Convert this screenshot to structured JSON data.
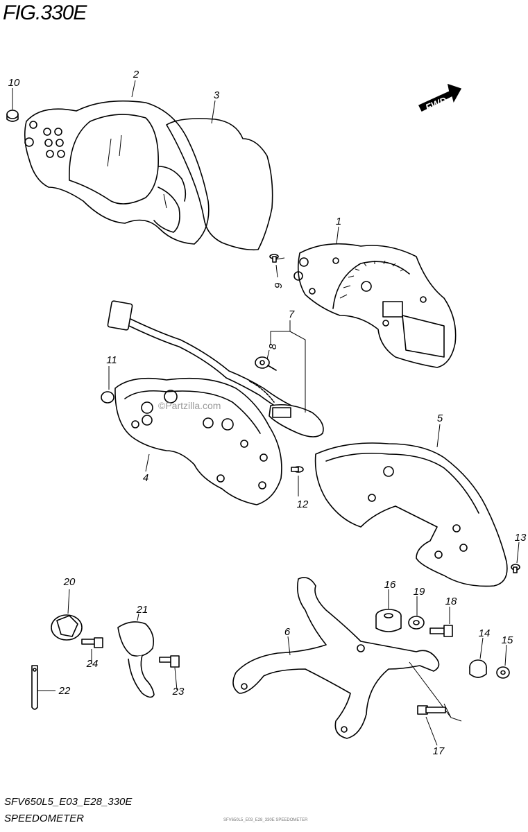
{
  "figure": {
    "title": "FIG.330E",
    "model_code": "SFV650L5_E03_E28_330E",
    "name": "SPEEDOMETER",
    "watermark": "©Partzilla.com",
    "footnote": "SFV650L5_E03_E28_330E  SPEEDOMETER"
  },
  "fwd_label": "FWD",
  "callouts": [
    {
      "id": "1",
      "label": "1"
    },
    {
      "id": "2",
      "label": "2"
    },
    {
      "id": "3",
      "label": "3"
    },
    {
      "id": "4",
      "label": "4"
    },
    {
      "id": "5",
      "label": "5"
    },
    {
      "id": "6",
      "label": "6"
    },
    {
      "id": "7",
      "label": "7"
    },
    {
      "id": "8",
      "label": "8"
    },
    {
      "id": "9",
      "label": "9"
    },
    {
      "id": "10",
      "label": "10"
    },
    {
      "id": "11",
      "label": "11"
    },
    {
      "id": "12",
      "label": "12"
    },
    {
      "id": "13",
      "label": "13"
    },
    {
      "id": "14",
      "label": "14"
    },
    {
      "id": "15",
      "label": "15"
    },
    {
      "id": "16",
      "label": "16"
    },
    {
      "id": "17",
      "label": "17"
    },
    {
      "id": "18",
      "label": "18"
    },
    {
      "id": "19",
      "label": "19"
    },
    {
      "id": "20",
      "label": "20"
    },
    {
      "id": "21",
      "label": "21"
    },
    {
      "id": "22",
      "label": "22"
    },
    {
      "id": "23",
      "label": "23"
    },
    {
      "id": "24",
      "label": "24"
    }
  ]
}
